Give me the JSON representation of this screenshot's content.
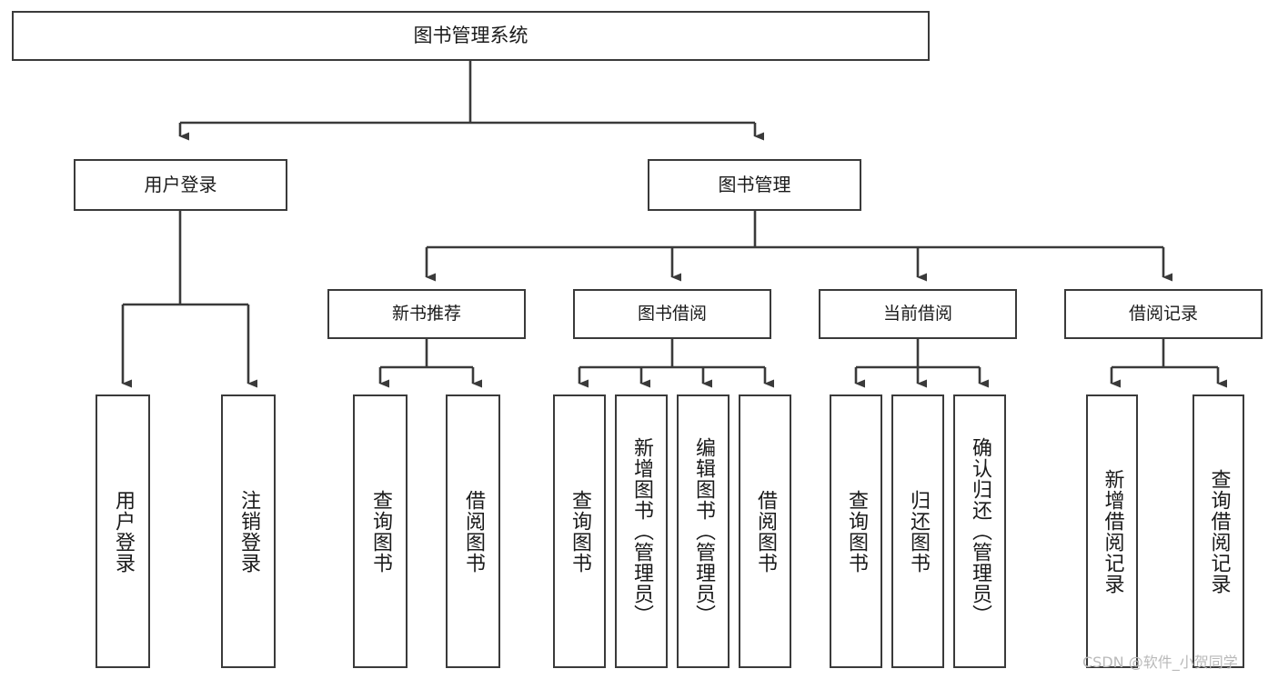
{
  "diagram": {
    "title": "图书管理系统",
    "type": "tree",
    "colors": {
      "stroke": "#3a3a3a",
      "fill": "#ffffff",
      "text": "#1a1a1a",
      "watermark": "#b9b9b9"
    },
    "watermark": "CSDN @软件_小贺同学",
    "nodes": {
      "root": {
        "label": "图书管理系统",
        "level": 1
      },
      "user_login": {
        "label": "用户登录",
        "level": 2
      },
      "book_mgmt": {
        "label": "图书管理",
        "level": 2
      },
      "new_book_rec": {
        "label": "新书推荐",
        "level": 3
      },
      "book_borrow": {
        "label": "图书借阅",
        "level": 3
      },
      "current_borrow": {
        "label": "当前借阅",
        "level": 3
      },
      "borrow_record": {
        "label": "借阅记录",
        "level": 3
      },
      "leaf_user_login": {
        "label": "用户登录",
        "level": 4
      },
      "leaf_logout": {
        "label": "注销登录",
        "level": 4
      },
      "leaf_query_book_1": {
        "label": "查询图书",
        "level": 4
      },
      "leaf_borrow_book_1": {
        "label": "借阅图书",
        "level": 4
      },
      "leaf_query_book_2": {
        "label": "查询图书",
        "level": 4
      },
      "leaf_add_book": {
        "label": "新增图书（管理员）",
        "level": 4
      },
      "leaf_edit_book": {
        "label": "编辑图书（管理员）",
        "level": 4
      },
      "leaf_borrow_book_2": {
        "label": "借阅图书",
        "level": 4
      },
      "leaf_query_book_3": {
        "label": "查询图书",
        "level": 4
      },
      "leaf_return_book": {
        "label": "归还图书",
        "level": 4
      },
      "leaf_confirm_return": {
        "label": "确认归还（管理员）",
        "level": 4
      },
      "leaf_add_record": {
        "label": "新增借阅记录",
        "level": 4
      },
      "leaf_query_record": {
        "label": "查询借阅记录",
        "level": 4
      }
    },
    "edges": [
      {
        "from": "root",
        "to": "user_login"
      },
      {
        "from": "root",
        "to": "book_mgmt"
      },
      {
        "from": "user_login",
        "to": "leaf_user_login"
      },
      {
        "from": "user_login",
        "to": "leaf_logout"
      },
      {
        "from": "book_mgmt",
        "to": "new_book_rec"
      },
      {
        "from": "book_mgmt",
        "to": "book_borrow"
      },
      {
        "from": "book_mgmt",
        "to": "current_borrow"
      },
      {
        "from": "book_mgmt",
        "to": "borrow_record"
      },
      {
        "from": "new_book_rec",
        "to": "leaf_query_book_1"
      },
      {
        "from": "new_book_rec",
        "to": "leaf_borrow_book_1"
      },
      {
        "from": "book_borrow",
        "to": "leaf_query_book_2"
      },
      {
        "from": "book_borrow",
        "to": "leaf_add_book"
      },
      {
        "from": "book_borrow",
        "to": "leaf_edit_book"
      },
      {
        "from": "book_borrow",
        "to": "leaf_borrow_book_2"
      },
      {
        "from": "current_borrow",
        "to": "leaf_query_book_3"
      },
      {
        "from": "current_borrow",
        "to": "leaf_return_book"
      },
      {
        "from": "current_borrow",
        "to": "leaf_confirm_return"
      },
      {
        "from": "borrow_record",
        "to": "leaf_add_record"
      },
      {
        "from": "borrow_record",
        "to": "leaf_query_record"
      }
    ]
  }
}
